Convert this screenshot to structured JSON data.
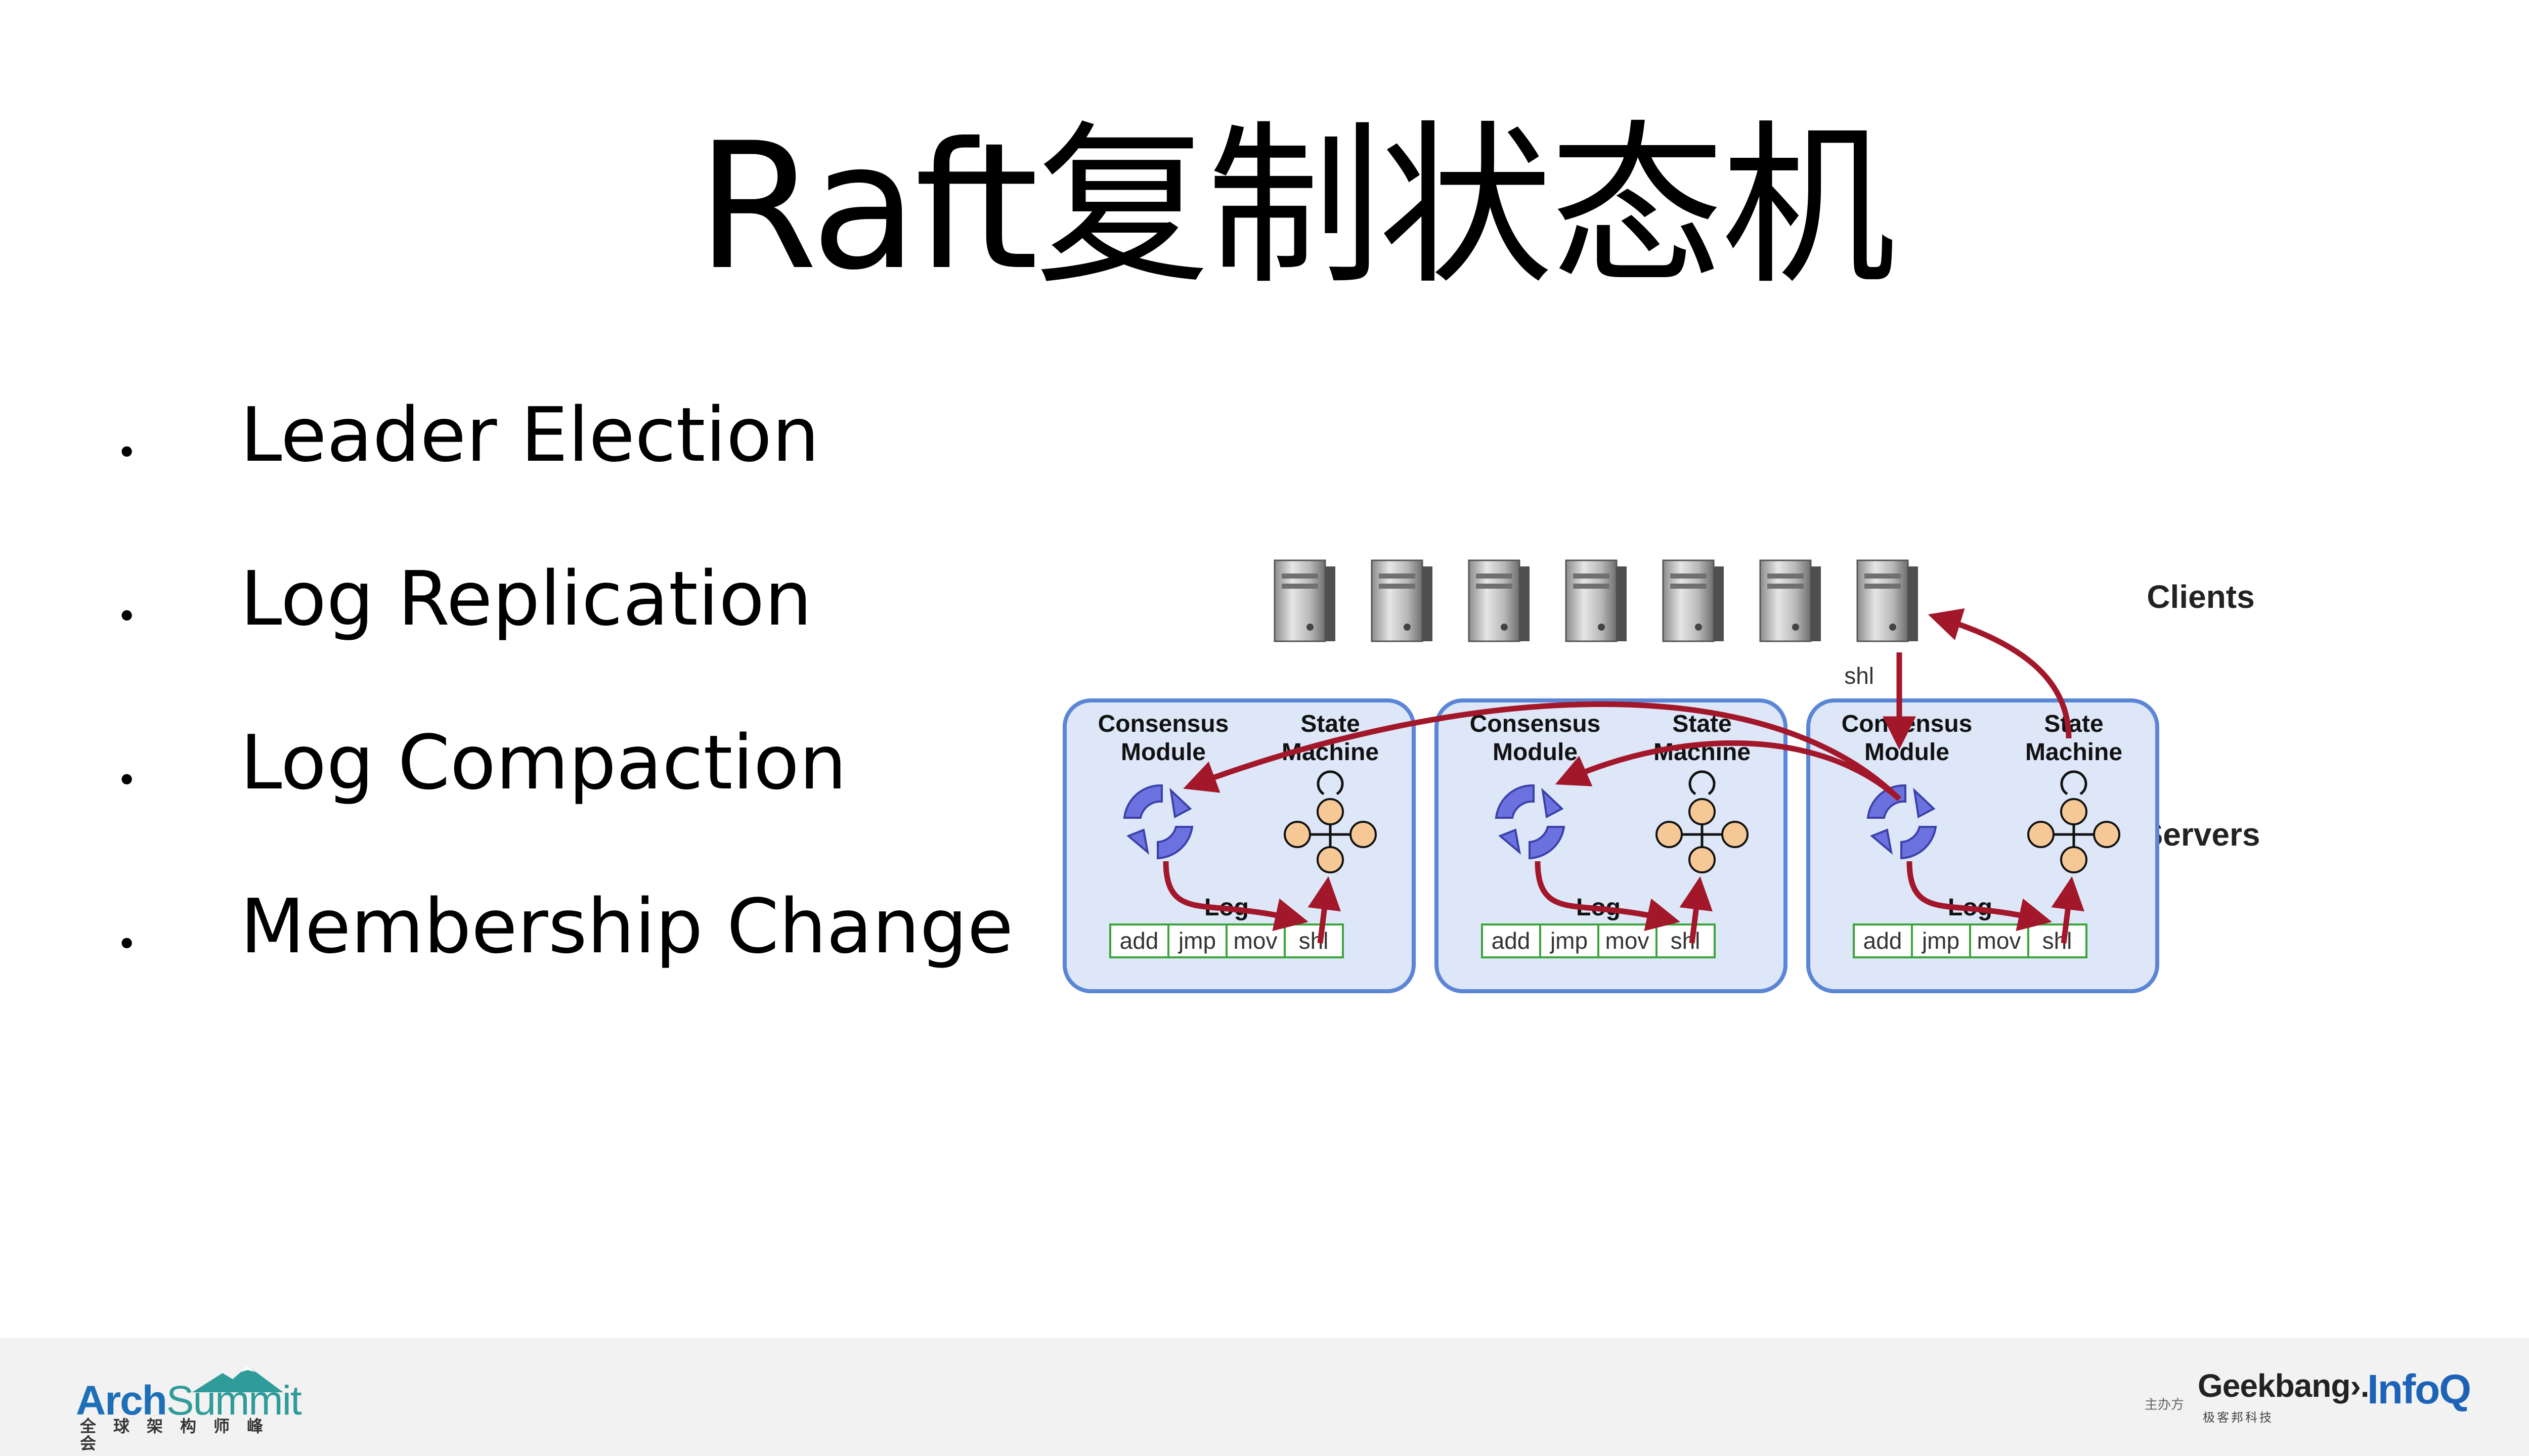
{
  "title": "Raft复制状态机",
  "bullets": [
    {
      "dot": "•",
      "text": "Leader Election"
    },
    {
      "dot": "•",
      "text": "Log Replication"
    },
    {
      "dot": "•",
      "text": "Log Compaction"
    },
    {
      "dot": "•",
      "text": "Membership Change"
    }
  ],
  "diagram": {
    "clients_label": "Clients",
    "servers_label": "Servers",
    "client_command": "shl",
    "server_labels": {
      "consensus_line1": "Consensus",
      "consensus_line2": "Module",
      "state_line1": "State",
      "state_line2": "Machine",
      "log": "Log"
    },
    "log_entries": [
      "add",
      "jmp",
      "mov",
      "shl"
    ],
    "colors": {
      "server_fill": "#dde7f8",
      "server_border": "#5b86d6",
      "arrow": "#a3172a",
      "log_cell_border": "#3aa53a",
      "node_fill": "#f6c896",
      "cycle_icon": "#6b72e0"
    }
  },
  "footer": {
    "archsummit_arch": "Arch",
    "archsummit_summit": "Summit",
    "archsummit_cn": "全球架构师峰会",
    "sponsor_label": "主办方",
    "geekbang": "Geekbang›.",
    "geekbang_cn": "极客邦科技",
    "infoq": "InfoQ"
  }
}
